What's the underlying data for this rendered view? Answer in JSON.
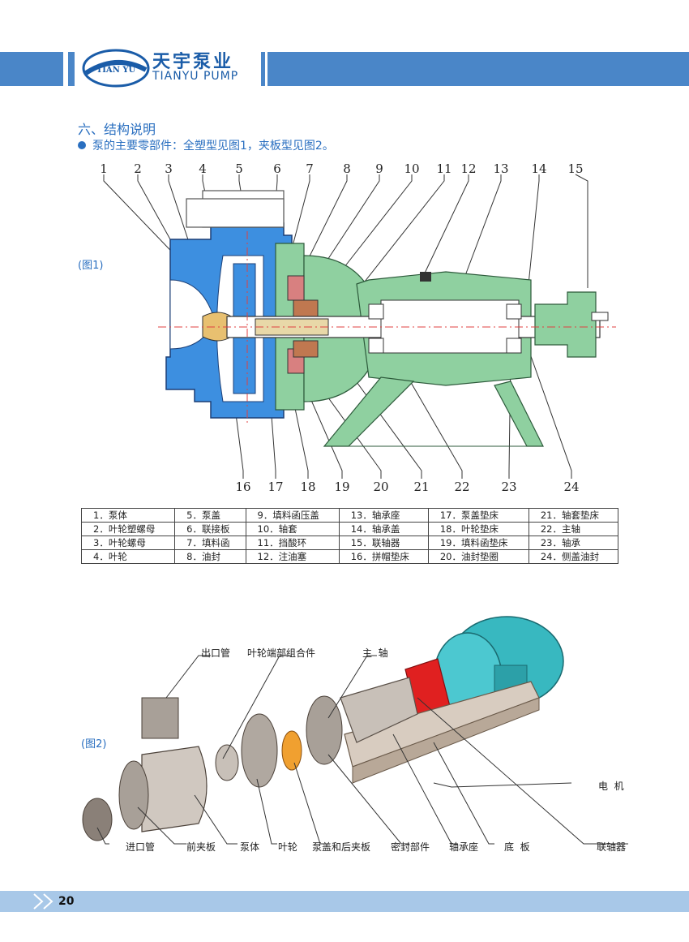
{
  "brand": {
    "logo_ring_text": "TIAN YU",
    "name_cn": "天宇泵业",
    "name_en": "TIANYU PUMP"
  },
  "section": {
    "title": "六、结构说明",
    "subtitle": "泵的主要零部件：全塑型见图1，夹板型见图2。"
  },
  "figure1": {
    "label": "(图1)",
    "top_numbers": [
      "1",
      "2",
      "3",
      "4",
      "5",
      "6",
      "7",
      "8",
      "9",
      "10",
      "11",
      "12",
      "13",
      "14",
      "15"
    ],
    "bottom_numbers": [
      "16",
      "17",
      "18",
      "19",
      "20",
      "21",
      "22",
      "23",
      "24"
    ]
  },
  "parts_table": [
    [
      "1．泵体",
      "5．泵盖",
      "9．填料函压盖",
      "13．轴承座",
      "17．泵盖垫床",
      "21．轴套垫床"
    ],
    [
      "2．叶轮塑螺母",
      "6．联接板",
      "10．轴套",
      "14．轴承盖",
      "18．叶轮垫床",
      "22．主轴"
    ],
    [
      "3．叶轮螺母",
      "7．填料函",
      "11．挡酸环",
      "15．联轴器",
      "19．填料函垫床",
      "23．轴承"
    ],
    [
      "4．叶轮",
      "8．油封",
      "12．注油塞",
      "16．拼帽垫床",
      "20．油封垫圈",
      "24．侧盖油封"
    ]
  ],
  "figure2": {
    "label": "(图2)",
    "callouts_top": [
      "出口管",
      "叶轮端部组合件",
      "主  轴"
    ],
    "callout_right": [
      "电  机",
      "联轴器"
    ],
    "callouts_bottom": [
      "进口管",
      "前夹板",
      "泵体",
      "叶轮",
      "泵盖和后夹板",
      "密封部件",
      "轴承座",
      "底  板"
    ]
  },
  "page": {
    "number": "20"
  },
  "colors": {
    "brand_blue": "#4a86c8",
    "pump_blue": "#3d8fe0",
    "frame_green": "#8fd0a0",
    "footer_blue": "#a8c8e8"
  }
}
